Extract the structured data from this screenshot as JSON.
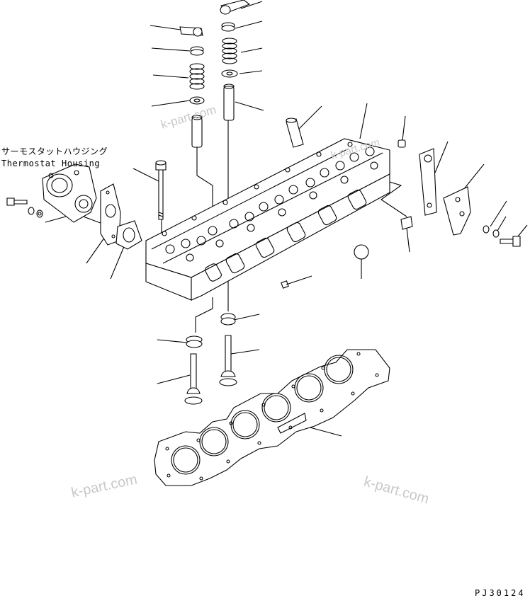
{
  "labels": {
    "thermostat_ja": "サーモスタットハウジング",
    "thermostat_en": "Thermostat Housing",
    "figure_code": "PJ30124"
  },
  "watermarks": [
    "k-part.com",
    "k-part.com",
    "k-part.com",
    "k-part.com"
  ]
}
